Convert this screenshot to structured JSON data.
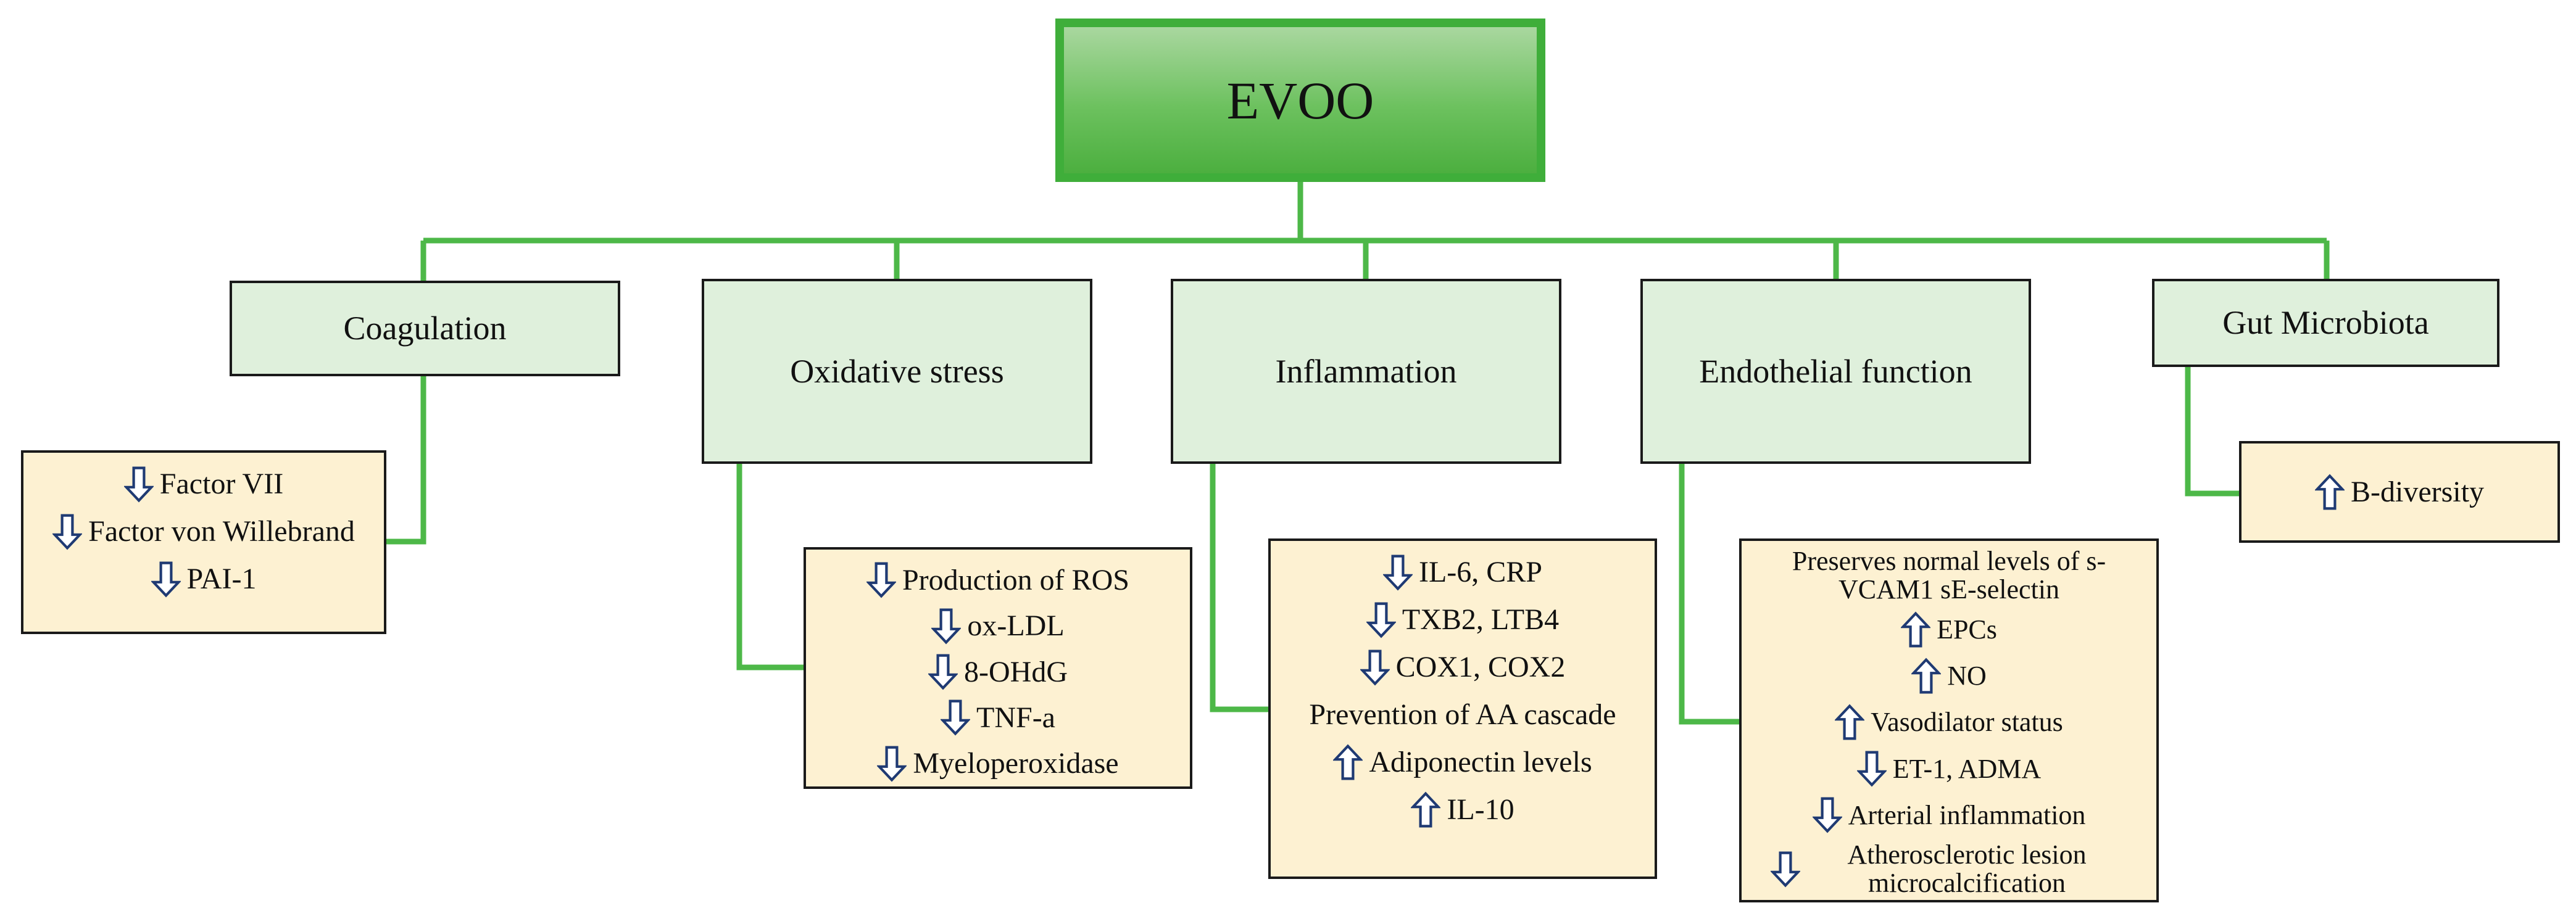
{
  "root": {
    "label": "EVOO"
  },
  "categories": [
    {
      "label": "Coagulation",
      "items": [
        {
          "arrow": "down",
          "text": "Factor VII"
        },
        {
          "arrow": "down",
          "text": "Factor von Willebrand"
        },
        {
          "arrow": "down",
          "text": "PAI-1"
        }
      ]
    },
    {
      "label": "Oxidative stress",
      "items": [
        {
          "arrow": "down",
          "text": "Production of ROS"
        },
        {
          "arrow": "down",
          "text": "ox-LDL"
        },
        {
          "arrow": "down",
          "text": "8-OHdG"
        },
        {
          "arrow": "down",
          "text": "TNF-a"
        },
        {
          "arrow": "down",
          "text": "Myeloperoxidase"
        }
      ]
    },
    {
      "label": "Inflammation",
      "items": [
        {
          "arrow": "down",
          "text": "IL-6, CRP"
        },
        {
          "arrow": "down",
          "text": "TXB2, LTB4"
        },
        {
          "arrow": "down",
          "text": "COX1, COX2"
        },
        {
          "arrow": "none",
          "text": "Prevention of AA cascade"
        },
        {
          "arrow": "up",
          "text": "Adiponectin levels"
        },
        {
          "arrow": "up",
          "text": "IL-10"
        }
      ]
    },
    {
      "label": "Endothelial function",
      "items": [
        {
          "arrow": "none",
          "text": "Preserves normal levels of s-VCAM1 sE-selectin"
        },
        {
          "arrow": "up",
          "text": "EPCs"
        },
        {
          "arrow": "up",
          "text": "NO"
        },
        {
          "arrow": "up",
          "text": "Vasodilator status"
        },
        {
          "arrow": "down",
          "text": "ET-1, ADMA"
        },
        {
          "arrow": "down",
          "text": "Arterial inflammation"
        },
        {
          "arrow": "down",
          "text": "Atherosclerotic lesion microcalcification"
        }
      ]
    },
    {
      "label": "Gut Microbiota",
      "items": [
        {
          "arrow": "up",
          "text": "B-diversity"
        }
      ]
    }
  ],
  "colors": {
    "root_fill": "#6cc15e",
    "root_border": "#3fae3a",
    "connector": "#4db848",
    "category_fill": "#dff0dc",
    "detail_fill": "#fdf1d2",
    "arrow_stroke": "#1f3a73"
  },
  "icons": {
    "down": "down-arrow-icon",
    "up": "up-arrow-icon"
  }
}
